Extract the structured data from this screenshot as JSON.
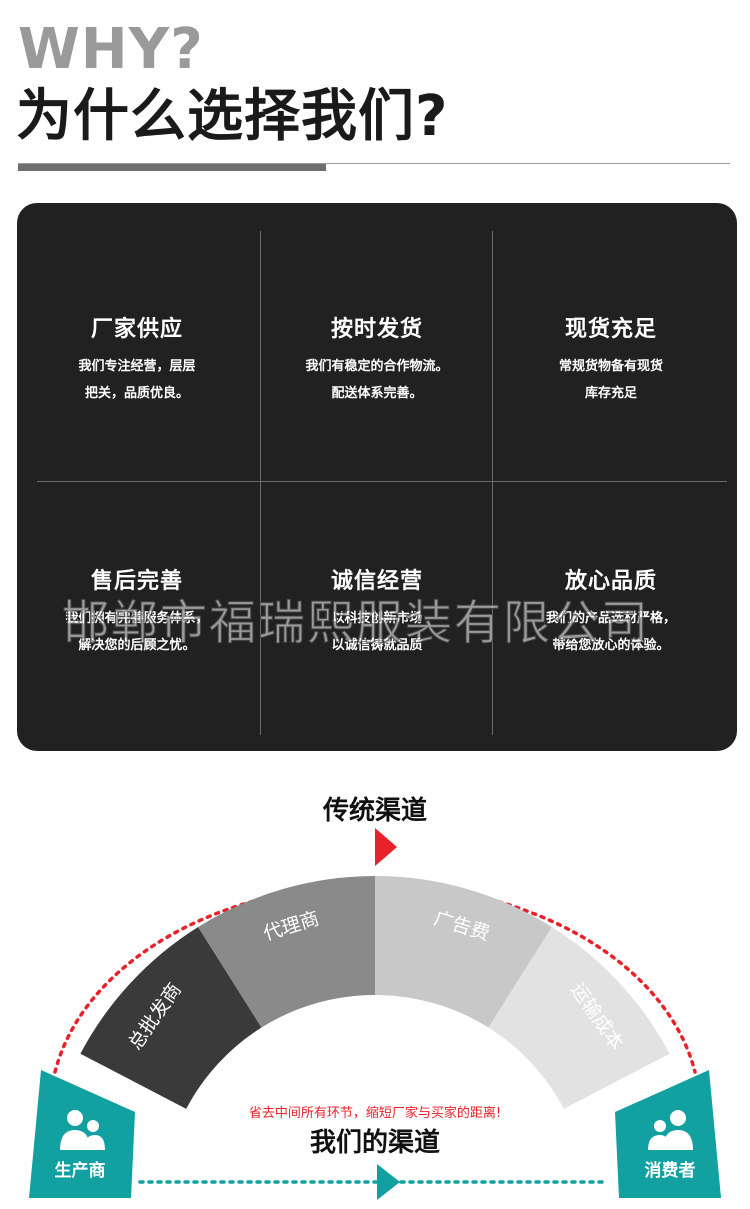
{
  "header": {
    "why": "WHY?",
    "title": "为什么选择我们?"
  },
  "features": [
    {
      "title": "厂家供应",
      "line1": "我们专注经营，层层",
      "line2": "把关，品质优良。"
    },
    {
      "title": "按时发货",
      "line1": "我们有稳定的合作物流。",
      "line2": "配送体系完善。"
    },
    {
      "title": "现货充足",
      "line1": "常规货物备有现货",
      "line2": "库存充足"
    },
    {
      "title": "售后完善",
      "line1": "我们拥有完善服务体系，",
      "line2": "解决您的后顾之忧。"
    },
    {
      "title": "诚信经营",
      "line1": "以科技创新市场",
      "line2": "以诚信铸就品质"
    },
    {
      "title": "放心品质",
      "line1": "我们的产品选材严格，",
      "line2": "带给您放心的体验。"
    }
  ],
  "watermark": "邯郸市福瑞熙服装有限公司",
  "channels": {
    "traditional_title": "传统渠道",
    "our_title": "我们的渠道",
    "note": "省去中间所有环节，缩短厂家与买家的距离!",
    "producer": "生产商",
    "consumer": "消费者",
    "segments": [
      "总批发商",
      "代理商",
      "广告费",
      "运输成本"
    ]
  },
  "colors": {
    "card_bg": "#222121",
    "teal": "#12a0a0",
    "red": "#e8222a",
    "seg_dark": "#3a3a3a",
    "seg_mid": "#8a8a8a",
    "seg_light": "#c8c8c8",
    "seg_lighter": "#e2e2e2"
  }
}
